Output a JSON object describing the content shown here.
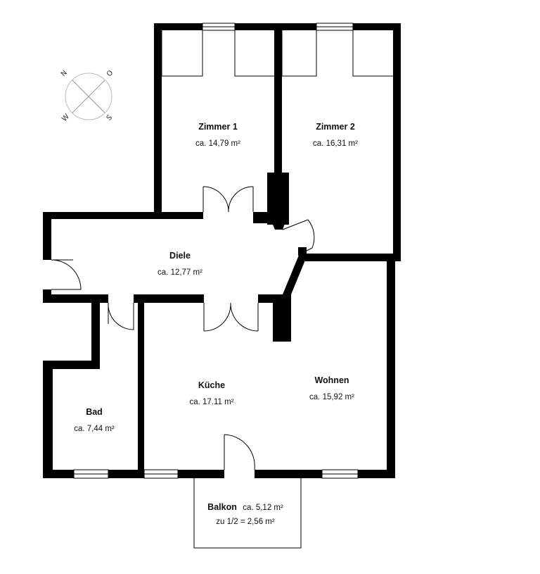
{
  "compass": {
    "n": "N",
    "e": "O",
    "s": "S",
    "w": "W"
  },
  "rooms": {
    "zimmer1": {
      "name": "Zimmer 1",
      "area": "ca. 14,79 m²"
    },
    "zimmer2": {
      "name": "Zimmer 2",
      "area": "ca. 16,31 m²"
    },
    "diele": {
      "name": "Diele",
      "area": "ca. 12,77 m²"
    },
    "kueche": {
      "name": "Küche",
      "area": "ca. 17.11 m²"
    },
    "wohnen": {
      "name": "Wohnen",
      "area": "ca. 15,92 m²"
    },
    "bad": {
      "name": "Bad",
      "area": "ca. 7,44 m²"
    },
    "balkon": {
      "name": "Balkon",
      "area": "ca. 5,12 m²",
      "note": "zu 1/2 = 2,56 m²"
    }
  }
}
